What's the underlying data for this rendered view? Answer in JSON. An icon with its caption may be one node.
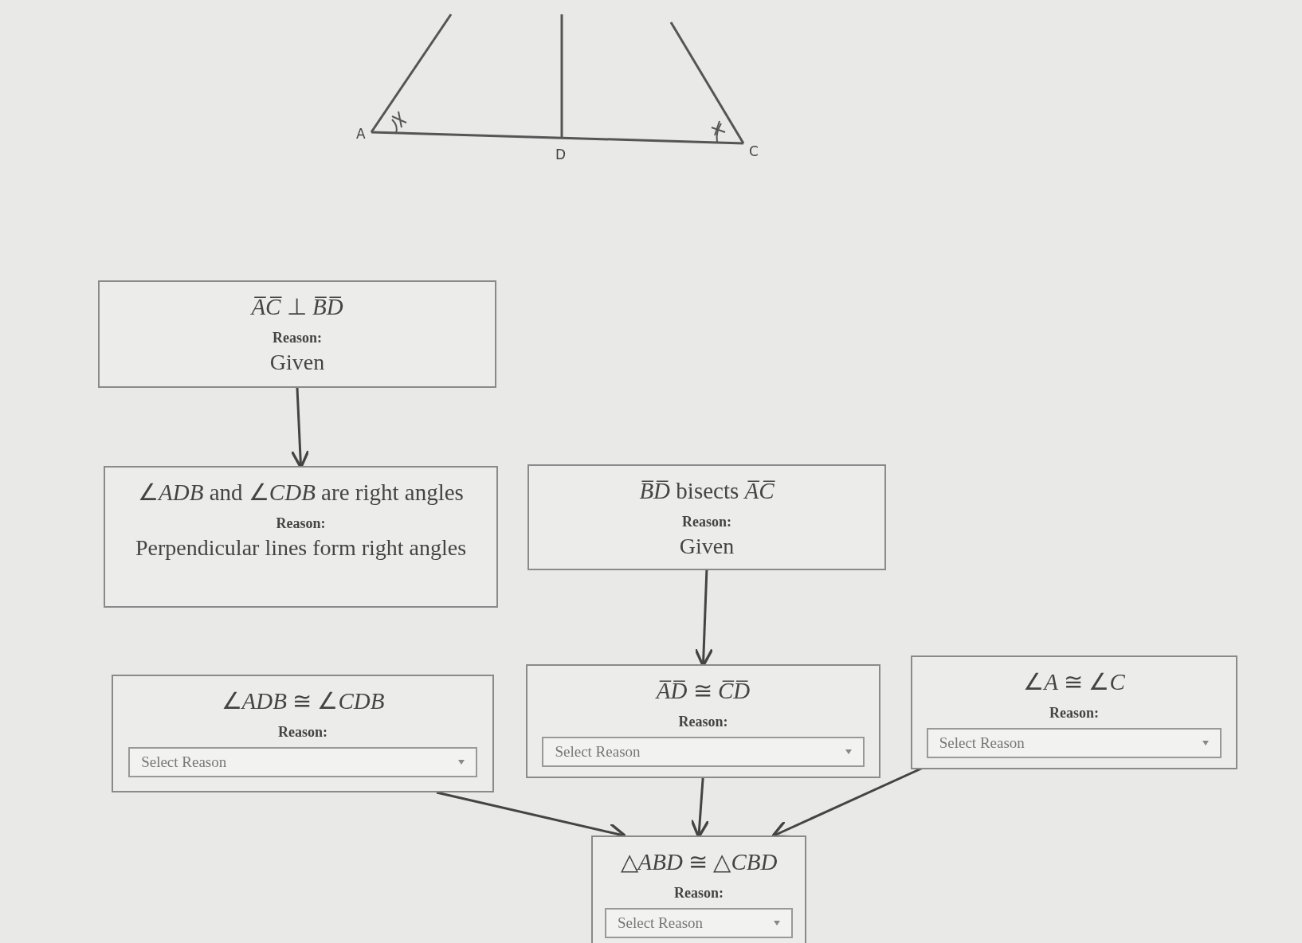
{
  "diagram": {
    "nodes": [
      {
        "text": [
          "*A̅C̅* ⊥ *B̅D̅*",
          "Reason:",
          "Given"
        ]
      },
      {
        "text": [
          "∠*ADB* and ∠*CDB* are right angles",
          "Reason:",
          "Perpendicular lines form right angles"
        ]
      },
      {
        "text": [
          "*B̅D̅* bisects *A̅C̅*",
          "Reason:",
          "Given"
        ]
      },
      {
        "text": [
          "∠*ADB* ≅ ∠*CDB*",
          "Reason:",
          "Select Reason"
        ]
      },
      {
        "text": [
          "*A̅D̅* ≅ *C̅D̅*",
          "Reason:",
          "Select Reason"
        ]
      },
      {
        "text": [
          "∠*A* ≅ ∠*C*",
          "Reason:",
          "Select Reason"
        ]
      },
      {
        "text": [
          "△*ABD* ≅ △*CBD*",
          "Reason:",
          "Select Reason"
        ]
      }
    ],
    "edges": [
      {
        "from": 0,
        "to": 1,
        "arrow": "to"
      },
      {
        "from": 2,
        "to": 4,
        "arrow": "to"
      },
      {
        "from": 3,
        "to": 6,
        "arrow": "to"
      },
      {
        "from": 4,
        "to": 6,
        "arrow": "to"
      },
      {
        "from": 5,
        "to": 6,
        "arrow": "to"
      }
    ],
    "labels": [
      "A",
      "D",
      "C"
    ]
  }
}
